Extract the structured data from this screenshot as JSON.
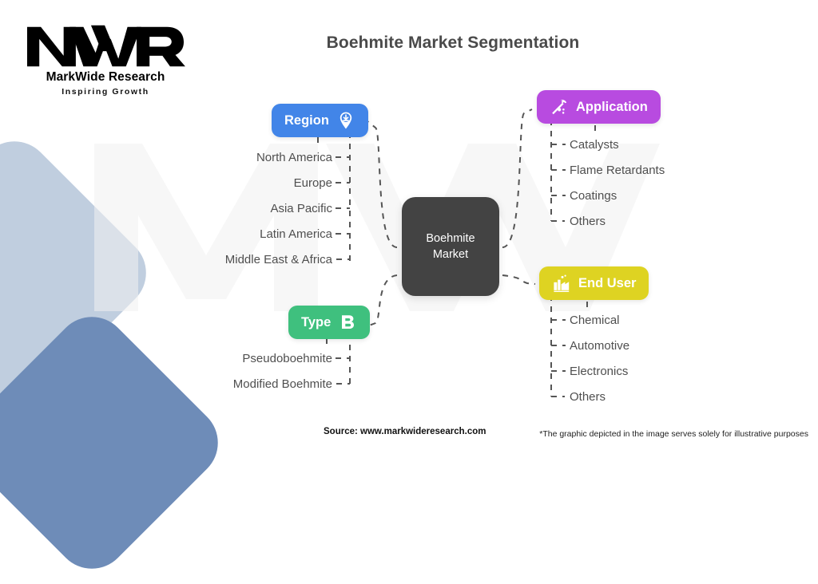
{
  "brand": {
    "logo_mark": "mwr-monogram",
    "name": "MarkWide Research",
    "tagline": "Inspiring Growth",
    "watermark": "MWR"
  },
  "header": {
    "title": "Boehmite Market Segmentation"
  },
  "center": {
    "line1": "Boehmite",
    "line2": "Market"
  },
  "branches": [
    {
      "id": "region",
      "label": "Region",
      "icon": "location-pin-icon",
      "color": "#4285e8",
      "side": "left",
      "items": [
        "North America",
        "Europe",
        "Asia Pacific",
        "Latin America",
        "Middle East & Africa"
      ]
    },
    {
      "id": "application",
      "label": "Application",
      "icon": "hammer-icon",
      "color": "#b84be0",
      "side": "right",
      "items": [
        "Catalysts",
        "Flame Retardants",
        "Coatings",
        "Others"
      ]
    },
    {
      "id": "type",
      "label": "Type",
      "icon": "type-b-icon",
      "color": "#3fc07e",
      "side": "left",
      "items": [
        "Pseudoboehmite",
        "Modified Boehmite"
      ]
    },
    {
      "id": "enduser",
      "label": "End User",
      "icon": "factory-icon",
      "color": "#ded322",
      "side": "right",
      "items": [
        "Chemical",
        "Automotive",
        "Electronics",
        "Others"
      ]
    }
  ],
  "footer": {
    "source": "Source: www.markwideresearch.com",
    "disclaimer": "*The graphic depicted in the image serves solely for illustrative purposes"
  },
  "colors": {
    "center_node": "#434343",
    "text": "#4f4f4f",
    "title": "#4a4a4a",
    "connector": "#555555",
    "deco_light": "#bdcbdd",
    "deco_dark": "#6e8cb8"
  }
}
